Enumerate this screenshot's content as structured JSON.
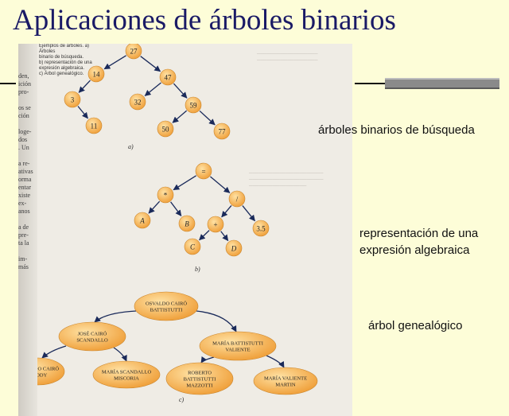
{
  "title": "Aplicaciones de árboles binarios",
  "labels": {
    "bst": "árboles binarios de búsqueda",
    "expr_line1": "representación de una",
    "expr_line2": "expresión algebraica",
    "genealogy": "árbol genealógico"
  },
  "figure": {
    "caption_lines": [
      "Ejemplos de árboles. a) Árboles",
      "binario de búsqueda.",
      "b) representación de una",
      "expresión algebraica.",
      "c) Árbol genealógico."
    ],
    "left_margin_text": [
      "den,",
      "ición",
      "pro-",
      "",
      "os se",
      "ción",
      "",
      "loge-",
      "dos",
      ". Un",
      "",
      "a re-",
      "ativas",
      "orma",
      "entar",
      "xiste",
      "ex-",
      "anos",
      "",
      "a de",
      "pre-",
      "ta la",
      "",
      "im-",
      "más"
    ],
    "bst_nodes": [
      "27",
      "14",
      "47",
      "3",
      "32",
      "59",
      "11",
      "50",
      "77"
    ],
    "bst_caption": "a)",
    "expr_nodes": [
      "=",
      "*",
      "/",
      "A",
      "B",
      "+",
      "3.5",
      "C",
      "D"
    ],
    "expr_caption": "b)",
    "family": {
      "root": [
        "OSVALDO CAIRÓ",
        "BATTISTUTTI"
      ],
      "left": [
        "JOSÉ CAIRÓ",
        "SCANDALLO"
      ],
      "right": [
        "MARÍA BATTISTUTTI",
        "VALIENTE"
      ],
      "ll": [
        "OSVALDO CAIRÓ",
        "TODDY"
      ],
      "lr": [
        "MARÍA SCANDALLO",
        "MISCORIA"
      ],
      "rl": [
        "ROBERTO",
        "BATTISTUTTI",
        "MAZZOTTI"
      ],
      "rr": [
        "MARÍA VALIENTE",
        "MARTIN"
      ]
    },
    "family_caption": "c)"
  }
}
